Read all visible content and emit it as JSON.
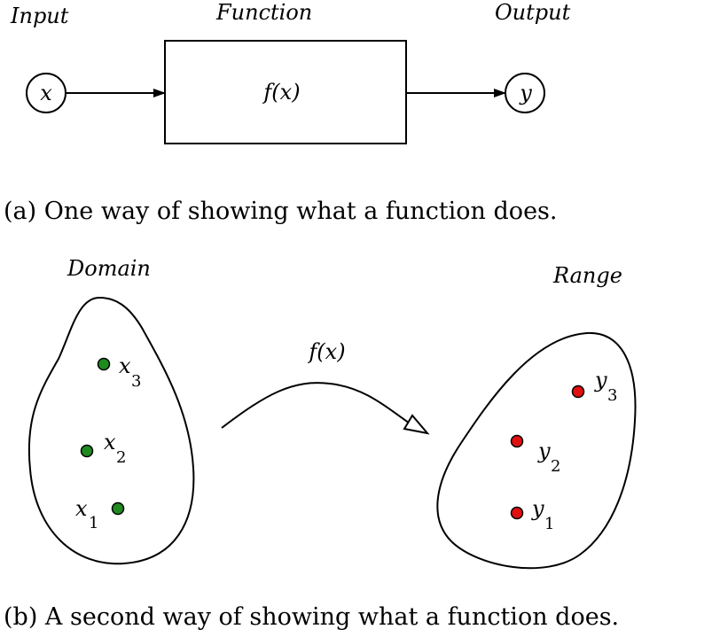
{
  "part_a": {
    "input_label": "Input",
    "function_label": "Function",
    "output_label": "Output",
    "input_var": "x",
    "function_expr": "f(x)",
    "output_var": "y",
    "caption": "(a) One way of showing what a function does."
  },
  "part_b": {
    "domain_label": "Domain",
    "range_label": "Range",
    "mapping_label": "f(x)",
    "domain_points": [
      {
        "var": "x",
        "sub": "3"
      },
      {
        "var": "x",
        "sub": "2"
      },
      {
        "var": "x",
        "sub": "1"
      }
    ],
    "range_points": [
      {
        "var": "y",
        "sub": "3"
      },
      {
        "var": "y",
        "sub": "2"
      },
      {
        "var": "y",
        "sub": "1"
      }
    ],
    "caption": "(b) A second way of showing what a function does."
  },
  "colors": {
    "domain_point": "#1f8a1f",
    "range_point": "#e01010",
    "stroke": "#000000"
  }
}
